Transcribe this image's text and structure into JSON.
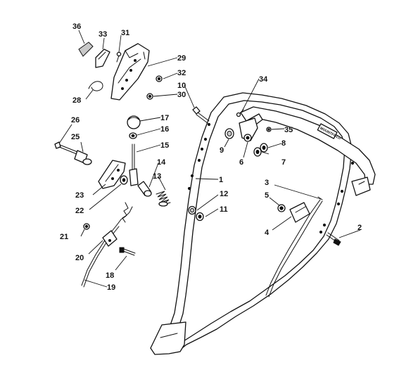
{
  "figure": {
    "handle_label": "MOUNTFIELD",
    "callouts": [
      {
        "id": "c1",
        "text": "1"
      },
      {
        "id": "c2",
        "text": "2"
      },
      {
        "id": "c3",
        "text": "3"
      },
      {
        "id": "c4",
        "text": "4"
      },
      {
        "id": "c5",
        "text": "5"
      },
      {
        "id": "c6",
        "text": "6"
      },
      {
        "id": "c7",
        "text": "7"
      },
      {
        "id": "c8",
        "text": "8"
      },
      {
        "id": "c9",
        "text": "9"
      },
      {
        "id": "c10",
        "text": "10"
      },
      {
        "id": "c11",
        "text": "11"
      },
      {
        "id": "c12",
        "text": "12"
      },
      {
        "id": "c13",
        "text": "13"
      },
      {
        "id": "c14",
        "text": "14"
      },
      {
        "id": "c15",
        "text": "15"
      },
      {
        "id": "c16",
        "text": "16"
      },
      {
        "id": "c17",
        "text": "17"
      },
      {
        "id": "c18",
        "text": "18"
      },
      {
        "id": "c19",
        "text": "19"
      },
      {
        "id": "c20",
        "text": "20"
      },
      {
        "id": "c21",
        "text": "21"
      },
      {
        "id": "c22",
        "text": "22"
      },
      {
        "id": "c23",
        "text": "23"
      },
      {
        "id": "c25",
        "text": "25"
      },
      {
        "id": "c26",
        "text": "26"
      },
      {
        "id": "c28",
        "text": "28"
      },
      {
        "id": "c29",
        "text": "29"
      },
      {
        "id": "c30",
        "text": "30"
      },
      {
        "id": "c31",
        "text": "31"
      },
      {
        "id": "c32",
        "text": "32"
      },
      {
        "id": "c33",
        "text": "33"
      },
      {
        "id": "c34",
        "text": "34"
      },
      {
        "id": "c35",
        "text": "35"
      },
      {
        "id": "c36",
        "text": "36"
      }
    ]
  }
}
